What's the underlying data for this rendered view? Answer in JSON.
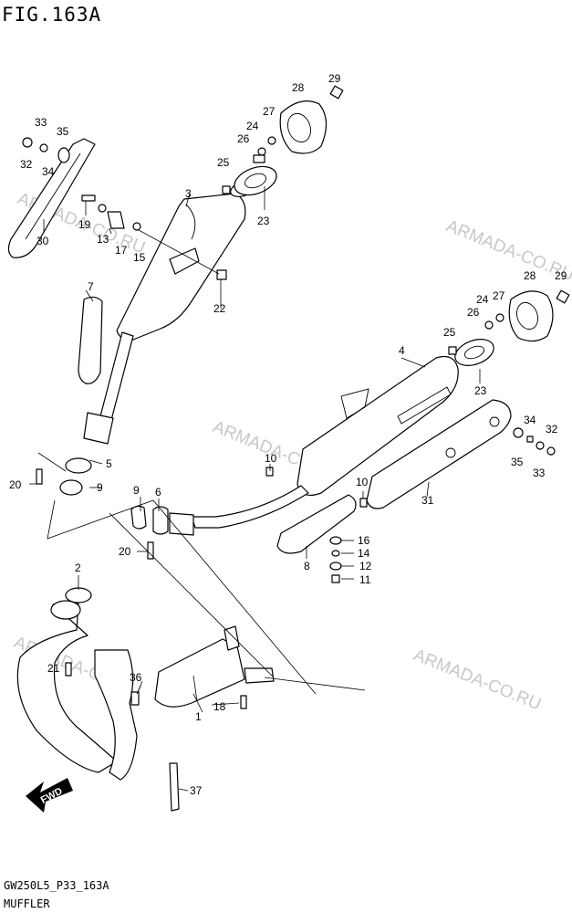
{
  "figure_title": "FIG.163A",
  "footer_code": "GW250L5_P33_163A",
  "footer_name": "MUFFLER",
  "watermark": "ARMADA-CO.RU",
  "fwd_label": "FWD",
  "callouts": {
    "c1": "1",
    "c2": "2",
    "c3": "3",
    "c4": "4",
    "c5": "5",
    "c6": "6",
    "c7": "7",
    "c8": "8",
    "c9a": "9",
    "c9b": "9",
    "c10a": "10",
    "c10b": "10",
    "c11": "11",
    "c12": "12",
    "c13": "13",
    "c14": "14",
    "c15": "15",
    "c16": "16",
    "c17": "17",
    "c18": "18",
    "c19": "19",
    "c20a": "20",
    "c20b": "20",
    "c21": "21",
    "c22": "22",
    "c23a": "23",
    "c23b": "23",
    "c24a": "24",
    "c24b": "24",
    "c25a": "25",
    "c25b": "25",
    "c26a": "26",
    "c26b": "26",
    "c27a": "27",
    "c27b": "27",
    "c28a": "28",
    "c28b": "28",
    "c29a": "29",
    "c29b": "29",
    "c30": "30",
    "c31": "31",
    "c32a": "32",
    "c32b": "32",
    "c33a": "33",
    "c33b": "33",
    "c34a": "34",
    "c34b": "34",
    "c35a": "35",
    "c35b": "35",
    "c36": "36",
    "c37": "37"
  }
}
